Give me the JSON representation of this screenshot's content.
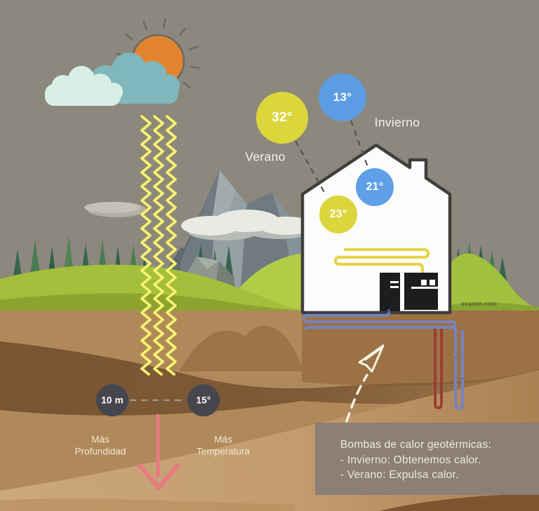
{
  "diagram": {
    "subject": "geothermal-heat-pump",
    "watermark": "ovacen.com"
  },
  "bubbles": {
    "summer_outdoor": "32°",
    "winter_outdoor": "13°",
    "winter_indoor": "21°",
    "summer_indoor": "23°"
  },
  "season_labels": {
    "summer": "Verano",
    "winter": "Invierno"
  },
  "depth_markers": {
    "depth": "10 m",
    "temperature": "15°"
  },
  "axis_labels": {
    "depth_line1": "Más",
    "depth_line2": "Profundidad",
    "temp_line1": "Más",
    "temp_line2": "Temperatura"
  },
  "caption": {
    "title": "Bombas de calor geotérmicas:",
    "winter": "- Invierno: Obtenemos calor.",
    "summer": "- Verano: Expulsa calor."
  },
  "colors": {
    "sky": "#8c887d",
    "sun": "#e2842e",
    "cloud_teal": "#80b7bd",
    "cloud_mint": "#d8efe6",
    "zigzag_yellow": "#efe73b",
    "hill_green": "#a4bf3b",
    "mountain_gray": "#79858a",
    "ground_base": "#b0895a",
    "ground_dark_band": "#7a5533",
    "ground_light_band": "#cba77c",
    "house_fill": "#fcfcfa",
    "house_outline": "#3f3f3d",
    "pipe_yellow": "#e5d44a",
    "pipe_blue": "#7683c0",
    "pipe_red": "#9c3832",
    "bubble_yellow": "#dcd63d",
    "bubble_blue": "#5b9ce2",
    "depth_circle": "#46464e",
    "arrow_pink": "#e9797e",
    "caption_bg": "#8b7f76"
  }
}
